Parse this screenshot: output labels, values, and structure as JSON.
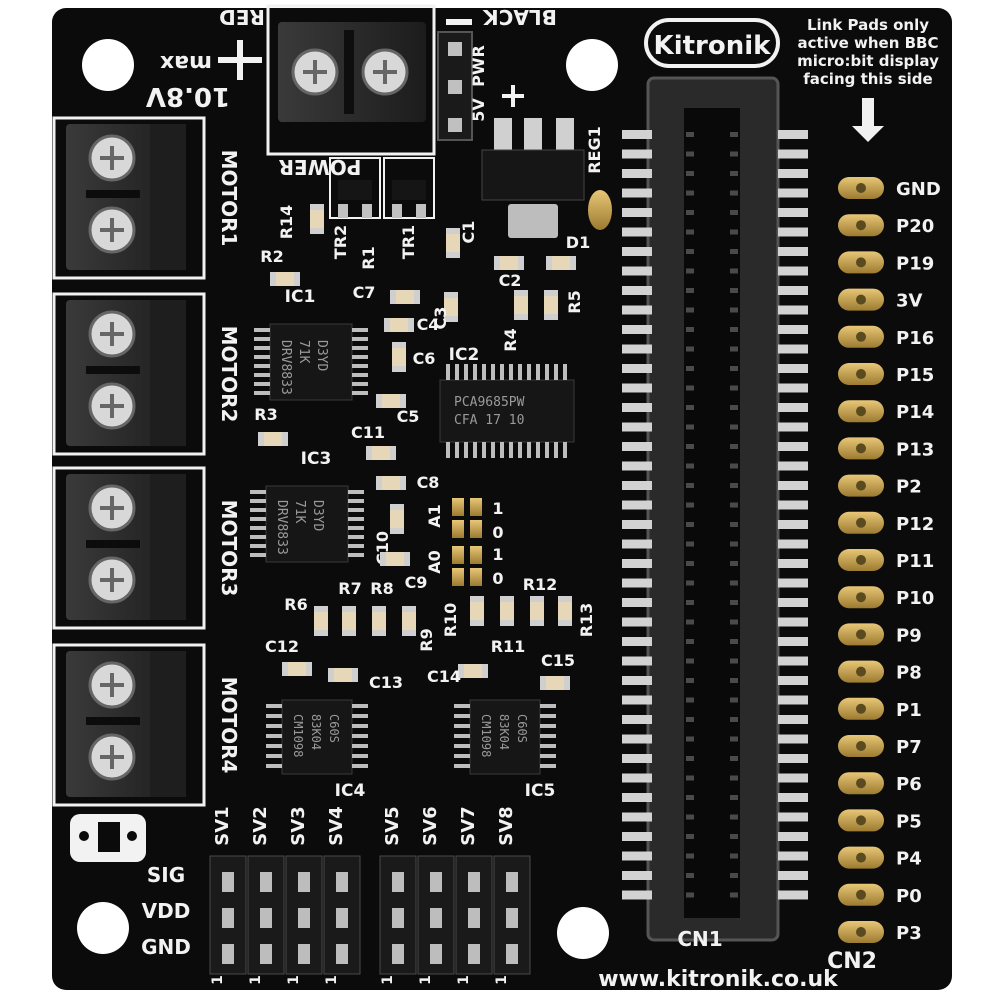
{
  "brand": {
    "logo_text": "Kitronik",
    "url": "www.kitronik.co.uk"
  },
  "note": [
    "Link Pads only",
    "active when BBC",
    "micro:bit display",
    "facing this side"
  ],
  "power": {
    "red": "RED",
    "black": "BLACK",
    "max": "max",
    "plus": "+",
    "volt": "10.8V",
    "label": "POWER",
    "pwr": "PWR",
    "five_v": "5V"
  },
  "motors": [
    "MOTOR1",
    "MOTOR2",
    "MOTOR3",
    "MOTOR4"
  ],
  "connectors": {
    "cn1": "CN1",
    "cn2": "CN2"
  },
  "edge_pads": [
    "GND",
    "P20",
    "P19",
    "3V",
    "P16",
    "P15",
    "P14",
    "P13",
    "P2",
    "P12",
    "P11",
    "P10",
    "P9",
    "P8",
    "P1",
    "P7",
    "P6",
    "P5",
    "P4",
    "P0",
    "P3"
  ],
  "servo_headers": [
    "SV1",
    "SV2",
    "SV3",
    "SV4",
    "SV5",
    "SV6",
    "SV7",
    "SV8"
  ],
  "servo_rows": [
    "SIG",
    "VDD",
    "GND"
  ],
  "servo_pin_one": "1",
  "chips": {
    "ic1": {
      "ref": "IC1",
      "lines": [
        "DRV8833",
        "71K",
        "D3YD"
      ]
    },
    "ic2": {
      "ref": "IC2",
      "lines": [
        "PCA9685PW",
        "CFA 17 10"
      ]
    },
    "ic3": {
      "ref": "IC3",
      "lines": [
        "DRV8833",
        "71K",
        "D3YD"
      ]
    },
    "ic4": {
      "ref": "IC4",
      "lines": [
        "CM1098",
        "83K04",
        "C60S"
      ]
    },
    "ic5": {
      "ref": "IC5",
      "lines": [
        "CM1098",
        "83K04",
        "C60S"
      ]
    }
  },
  "address_jumpers": {
    "a1": "A1",
    "a0": "A0",
    "one": "1",
    "zero": "0"
  },
  "reg": "REG1",
  "parts": {
    "R1": "R1",
    "R2": "R2",
    "R3": "R3",
    "R4": "R4",
    "R5": "R5",
    "R6": "R6",
    "R7": "R7",
    "R8": "R8",
    "R9": "R9",
    "R10": "R10",
    "R11": "R11",
    "R12": "R12",
    "R13": "R13",
    "R14": "R14",
    "C1": "C1",
    "C2": "C2",
    "C3": "C3",
    "C4": "C4",
    "C5": "C5",
    "C6": "C6",
    "C7": "C7",
    "C8": "C8",
    "C9": "C9",
    "C10": "C10",
    "C11": "C11",
    "C12": "C12",
    "C13": "C13",
    "C14": "C14",
    "C15": "C15",
    "D1": "D1",
    "TR1": "TR1",
    "TR2": "TR2"
  },
  "colors": {
    "board": "#0b0b0c",
    "silk": "#f2f2f2",
    "gold": "#c9a14a",
    "terminal": "#2a2a2a",
    "header": "#1a1a1a"
  }
}
